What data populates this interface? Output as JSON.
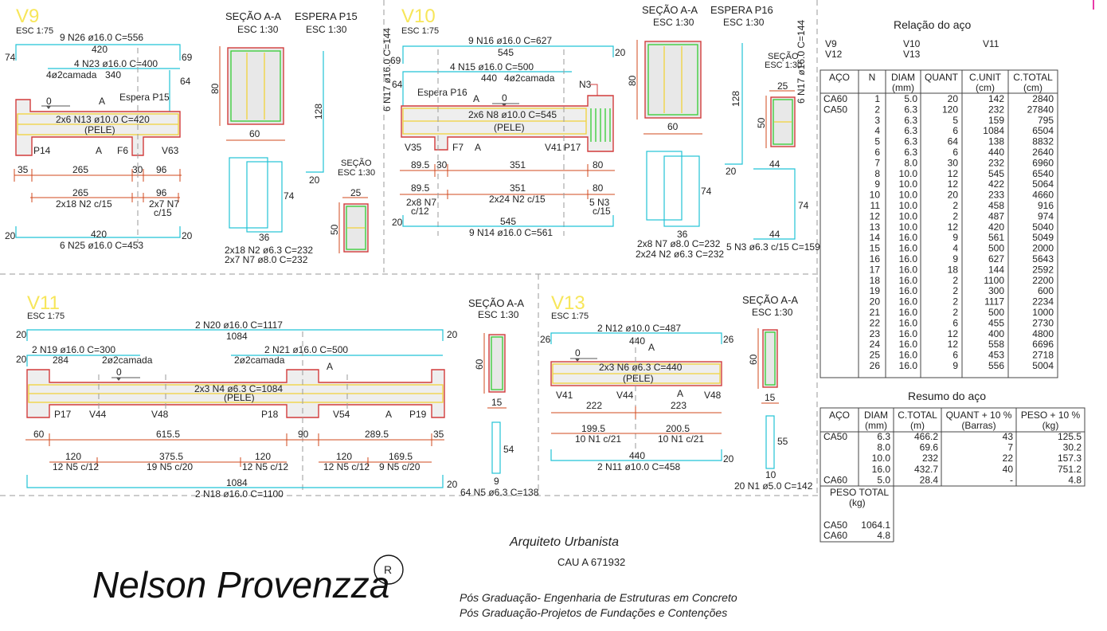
{
  "beams": {
    "v9": {
      "title": "V9",
      "scale": "ESC 1:75",
      "sec_title": "SEÇÃO A-A",
      "sec_scale": "ESC 1:30",
      "esp_title": "ESPERA P15",
      "esp_scale": "ESC 1:30",
      "sec2_title": "SEÇÃO",
      "sec2_scale": "ESC 1:30",
      "labels": [
        "9 N26 ø16.0  C=556",
        "420",
        "74",
        "69",
        "4 N23 ø16.0  C=400",
        "4ø2camada",
        "340",
        "64",
        "Espera P15",
        "0",
        "A",
        "2x6 N13 ø10.0  C=420",
        "(PELE)",
        "P14",
        "A",
        "F6",
        "V63",
        "35",
        "265",
        "30",
        "96",
        "265",
        "96",
        "2x18 N2 c/15",
        "2x7 N7",
        "c/15",
        "20",
        "420",
        "20",
        "6 N25 ø16.0  C=453"
      ],
      "sec_labels": [
        "80",
        "60",
        "74",
        "36",
        "2x18 N2 ø6.3  C=232",
        "2x7 N7 ø8.0  C=232",
        "128",
        "6 N17 ø16.0  C=144",
        "20",
        "25",
        "50"
      ]
    },
    "v10": {
      "title": "V10",
      "scale": "ESC 1:75",
      "sec_title": "SEÇÃO A-A",
      "sec_scale": "ESC 1:30",
      "esp_title": "ESPERA P16",
      "esp_scale": "ESC 1:30",
      "sec2_title": "SEÇÃO",
      "sec2_scale": "ESC 1:30",
      "labels": [
        "9 N16 ø16.0  C=627",
        "545",
        "69",
        "20",
        "4 N15 ø16.0  C=500",
        "440",
        "4ø2camada",
        "64",
        "N3",
        "Espera P16",
        "A",
        "0",
        "2x6 N8 ø10.0  C=545",
        "(PELE)",
        "V35",
        "F7",
        "A",
        "V41",
        "P17",
        "89.5",
        "30",
        "351",
        "80",
        "89.5",
        "351",
        "80",
        "2x8 N7",
        "c/12",
        "2x24 N2 c/15",
        "5 N3",
        "c/15",
        "20",
        "545",
        "9 N14 ø16.0  C=561"
      ],
      "sec_labels": [
        "80",
        "60",
        "74",
        "36",
        "2x8 N7 ø8.0  C=232",
        "2x24 N2 ø6.3  C=232",
        "128",
        "6 N17 ø16.0  C=144",
        "20",
        "25",
        "50",
        "44",
        "74",
        "44",
        "5 N3 ø6.3  c/15  C=159"
      ]
    },
    "v11": {
      "title": "V11",
      "scale": "ESC 1:75",
      "sec_title": "SEÇÃO A-A",
      "sec_scale": "ESC 1:30",
      "labels": [
        "2 N20 ø16.0  C=1117",
        "20",
        "1084",
        "20",
        "2 N19 ø16.0  C=300",
        "2 N21 ø16.0  C=500",
        "20",
        "284",
        "2ø2camada",
        "2ø2camada",
        "0",
        "A",
        "2x3 N4 ø6.3  C=1084",
        "(PELE)",
        "P17",
        "V44",
        "V48",
        "P18",
        "V54",
        "A",
        "P19",
        "60",
        "615.5",
        "90",
        "289.5",
        "35",
        "120",
        "375.5",
        "120",
        "120",
        "169.5",
        "12 N5 c/12",
        "19 N5 c/20",
        "12 N5 c/12",
        "12 N5 c/12",
        "9 N5 c/20",
        "1084",
        "20",
        "2 N18 ø16.0  C=1100"
      ],
      "sec_labels": [
        "60",
        "15",
        "54",
        "9",
        "64 N5 ø6.3  C=138"
      ]
    },
    "v13": {
      "title": "V13",
      "scale": "ESC 1:75",
      "sec_title": "SEÇÃO A-A",
      "sec_scale": "ESC 1:30",
      "labels": [
        "2 N12 ø10.0  C=487",
        "26",
        "440",
        "26",
        "A",
        "0",
        "2x3 N6 ø6.3  C=440",
        "(PELE)",
        "V41",
        "V44",
        "A",
        "V48",
        "222",
        "223",
        "199.5",
        "200.5",
        "10 N1 c/21",
        "10 N1 c/21",
        "440",
        "20",
        "2 N11 ø10.0  C=458"
      ],
      "sec_labels": [
        "60",
        "15",
        "55",
        "10",
        "20 N1 ø5.0  C=142"
      ]
    }
  },
  "steel_relation": {
    "title": "Relação do aço",
    "beam_list": [
      "V9",
      "V10",
      "V11",
      "V12",
      "V13"
    ],
    "headers": [
      "AÇO",
      "N",
      "DIAM",
      "QUANT",
      "C.UNIT",
      "C.TOTAL"
    ],
    "subheaders": [
      "",
      "",
      "(mm)",
      "",
      "(cm)",
      "(cm)"
    ],
    "rows": [
      [
        "CA60",
        "1",
        "5.0",
        "20",
        "142",
        "2840"
      ],
      [
        "CA50",
        "2",
        "6.3",
        "120",
        "232",
        "27840"
      ],
      [
        "",
        "3",
        "6.3",
        "5",
        "159",
        "795"
      ],
      [
        "",
        "4",
        "6.3",
        "6",
        "1084",
        "6504"
      ],
      [
        "",
        "5",
        "6.3",
        "64",
        "138",
        "8832"
      ],
      [
        "",
        "6",
        "6.3",
        "6",
        "440",
        "2640"
      ],
      [
        "",
        "7",
        "8.0",
        "30",
        "232",
        "6960"
      ],
      [
        "",
        "8",
        "10.0",
        "12",
        "545",
        "6540"
      ],
      [
        "",
        "9",
        "10.0",
        "12",
        "422",
        "5064"
      ],
      [
        "",
        "10",
        "10.0",
        "20",
        "233",
        "4660"
      ],
      [
        "",
        "11",
        "10.0",
        "2",
        "458",
        "916"
      ],
      [
        "",
        "12",
        "10.0",
        "2",
        "487",
        "974"
      ],
      [
        "",
        "13",
        "10.0",
        "12",
        "420",
        "5040"
      ],
      [
        "",
        "14",
        "16.0",
        "9",
        "561",
        "5049"
      ],
      [
        "",
        "15",
        "16.0",
        "4",
        "500",
        "2000"
      ],
      [
        "",
        "16",
        "16.0",
        "9",
        "627",
        "5643"
      ],
      [
        "",
        "17",
        "16.0",
        "18",
        "144",
        "2592"
      ],
      [
        "",
        "18",
        "16.0",
        "2",
        "1100",
        "2200"
      ],
      [
        "",
        "19",
        "16.0",
        "2",
        "300",
        "600"
      ],
      [
        "",
        "20",
        "16.0",
        "2",
        "1117",
        "2234"
      ],
      [
        "",
        "21",
        "16.0",
        "2",
        "500",
        "1000"
      ],
      [
        "",
        "22",
        "16.0",
        "6",
        "455",
        "2730"
      ],
      [
        "",
        "23",
        "16.0",
        "12",
        "400",
        "4800"
      ],
      [
        "",
        "24",
        "16.0",
        "12",
        "558",
        "6696"
      ],
      [
        "",
        "25",
        "16.0",
        "6",
        "453",
        "2718"
      ],
      [
        "",
        "26",
        "16.0",
        "9",
        "556",
        "5004"
      ]
    ]
  },
  "steel_summary": {
    "title": "Resumo do aço",
    "headers": [
      "AÇO",
      "DIAM",
      "C.TOTAL",
      "QUANT + 10 %",
      "PESO + 10 %"
    ],
    "subheaders": [
      "",
      "(mm)",
      "(m)",
      "(Barras)",
      "(kg)"
    ],
    "rows": [
      [
        "CA50",
        "6.3",
        "466.2",
        "43",
        "125.5"
      ],
      [
        "",
        "8.0",
        "69.6",
        "7",
        "30.2"
      ],
      [
        "",
        "10.0",
        "232",
        "22",
        "157.3"
      ],
      [
        "",
        "16.0",
        "432.7",
        "40",
        "751.2"
      ],
      [
        "CA60",
        "5.0",
        "28.4",
        "-",
        "4.8"
      ]
    ],
    "weight_title": "PESO TOTAL",
    "weight_unit": "(kg)",
    "weight_rows": [
      [
        "CA50",
        "1064.1"
      ],
      [
        "CA60",
        "4.8"
      ]
    ]
  },
  "footer": {
    "signature": "Nelson Provenzza",
    "registered": "R",
    "role": "Arquiteto Urbanista",
    "cau": "CAU A 671932",
    "line1": "Pós Graduação- Engenharia de Estruturas em Concreto",
    "line2": "Pós Graduação-Projetos de Fundações e Contenções"
  }
}
